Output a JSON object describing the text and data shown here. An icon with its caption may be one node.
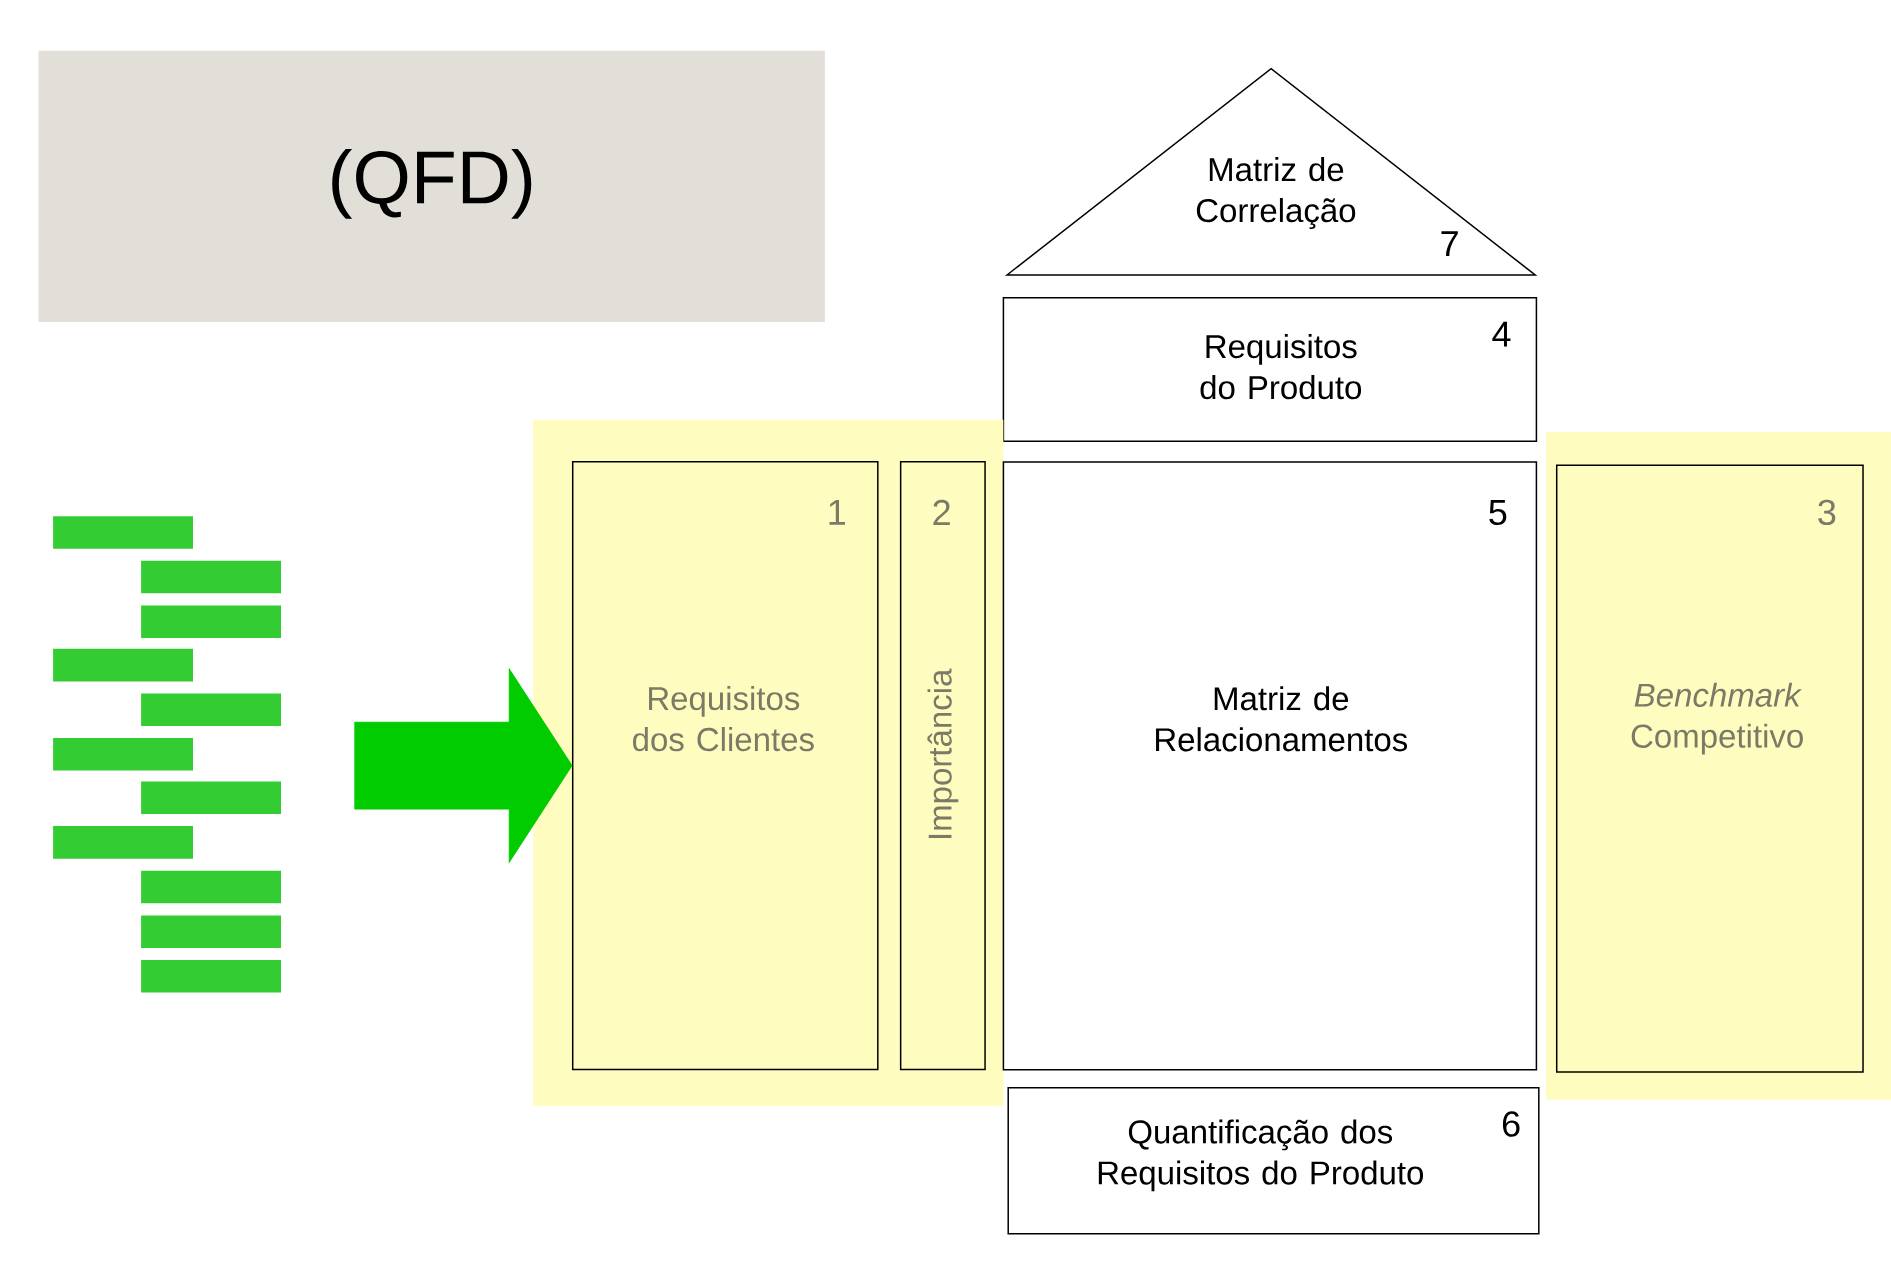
{
  "diagram": {
    "nodes": [
      {
        "text": [
          "(QFD)"
        ]
      },
      {
        "text": [
          "Matriz de Correlação",
          "7"
        ]
      },
      {
        "text": [
          "Requisitos do Produto",
          "4"
        ]
      },
      {
        "text": [],
        "shape": "box"
      },
      {
        "text": [
          "Requisitos dos Clientes",
          "1"
        ],
        "in": 3
      },
      {
        "text": [
          "Importância",
          "2"
        ],
        "in": 3
      },
      {
        "text": [
          "Matriz de Relacionamentos",
          "5"
        ]
      },
      {
        "text": [],
        "shape": "box"
      },
      {
        "text": [
          "*Benchmark* Competitivo",
          "3"
        ],
        "in": 7
      },
      {
        "text": [
          "Quantificação dos Requisitos do Produto",
          "6"
        ]
      },
      {
        "text": [],
        "shape": "bar"
      }
    ],
    "edges": [
      {
        "from": 10,
        "to": 4,
        "arrow": "to",
        "style": "thick",
        "color": "#00cc00"
      }
    ]
  }
}
